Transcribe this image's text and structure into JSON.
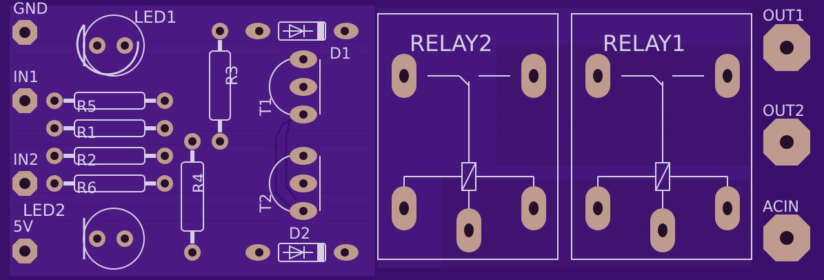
{
  "colors": {
    "board": "#3a0f6c",
    "copper": "#4a1a82",
    "pad": "#bf9a8e",
    "hole": "#241028",
    "silk": "#d6d0e6"
  },
  "labels": {
    "gnd": "GND",
    "in1": "IN1",
    "in2": "IN2",
    "v5": "5V",
    "led1": "LED1",
    "led2": "LED2",
    "r1": "R1",
    "r2": "R2",
    "r3": "R3",
    "r4": "R4",
    "r5": "R5",
    "r6": "R6",
    "t1": "T1",
    "t2": "T2",
    "d1": "D1",
    "d2": "D2",
    "relay1": "RELAY1",
    "relay2": "RELAY2",
    "out1": "OUT1",
    "out2": "OUT2",
    "acin": "ACIN"
  }
}
